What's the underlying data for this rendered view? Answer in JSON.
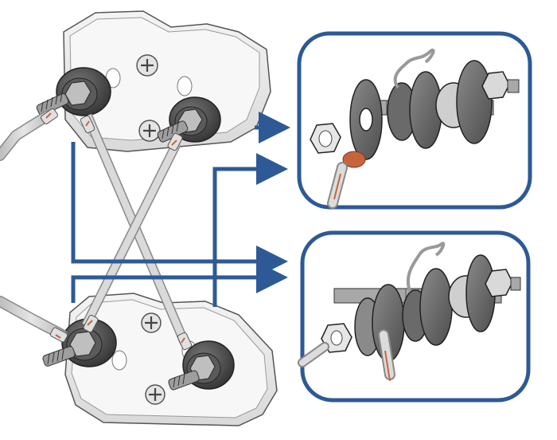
{
  "figure": {
    "type": "assembly-illustration",
    "background": "#ffffff",
    "accent_color": "#2d5a96",
    "plate_color": "#ebebeb",
    "cable_color": "#d2d2d2",
    "rubber_color": "#4a4a4a",
    "copper_color": "#c8643c",
    "text_labels": []
  },
  "views": {
    "top_assembly": {
      "name": "upper-terminal-plate",
      "terminals": 2,
      "screws": 2
    },
    "bottom_assembly": {
      "name": "lower-terminal-plate",
      "terminals": 2,
      "screws": 2
    },
    "detail_top": {
      "name": "terminal-stack-detail",
      "parts": [
        "hex-nut",
        "ring-lug",
        "washer",
        "rubber-washer",
        "washer",
        "rubber-washer",
        "washer",
        "hex-nut",
        "bolt"
      ]
    },
    "detail_bottom": {
      "name": "terminal-stack-detail-alt",
      "parts": [
        "hex-nut",
        "washer",
        "ring-lug",
        "rubber-washer",
        "washer",
        "rubber-washer",
        "hex-nut",
        "bolt"
      ]
    }
  },
  "arrows": [
    {
      "from": "top-right-terminal",
      "to": "detail_top"
    },
    {
      "from": "bottom-right-terminal",
      "to": "detail_top"
    },
    {
      "from": "top-left-terminal",
      "to": "detail_bottom"
    },
    {
      "from": "bottom-left-terminal",
      "to": "detail_bottom"
    }
  ]
}
